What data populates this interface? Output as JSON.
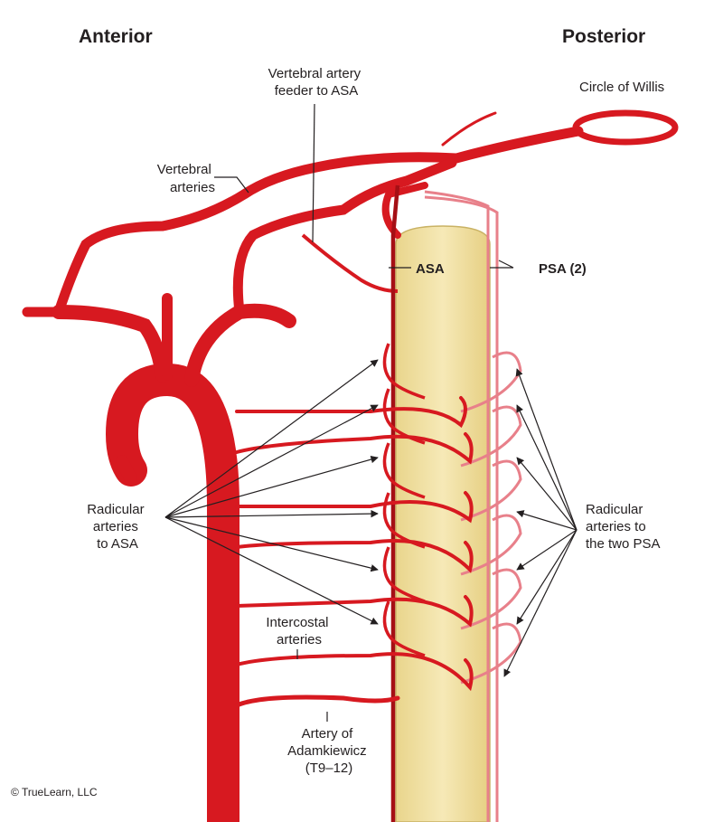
{
  "headers": {
    "anterior": "Anterior",
    "posterior": "Posterior"
  },
  "labels": {
    "circle_of_willis": "Circle of Willis",
    "vertebral_feeder_line1": "Vertebral artery",
    "vertebral_feeder_line2": "feeder to ASA",
    "vertebral_arteries_line1": "Vertebral",
    "vertebral_arteries_line2": "arteries",
    "asa": "ASA",
    "psa": "PSA (2)",
    "radicular_asa_line1": "Radicular",
    "radicular_asa_line2": "arteries",
    "radicular_asa_line3": "to ASA",
    "radicular_psa_line1": "Radicular",
    "radicular_psa_line2": "arteries to",
    "radicular_psa_line3": "the two PSA",
    "intercostal_line1": "Intercostal",
    "intercostal_line2": "arteries",
    "adamkiewicz_line1": "Artery of",
    "adamkiewicz_line2": "Adamkiewicz",
    "adamkiewicz_line3": "(T9–12)"
  },
  "copyright": "© TrueLearn, LLC",
  "colors": {
    "artery": "#d71920",
    "artery_dark": "#a50f15",
    "posterior_artery": "#e8808a",
    "spinal_cord": "#f3e3a6",
    "leader": "#231f20"
  }
}
